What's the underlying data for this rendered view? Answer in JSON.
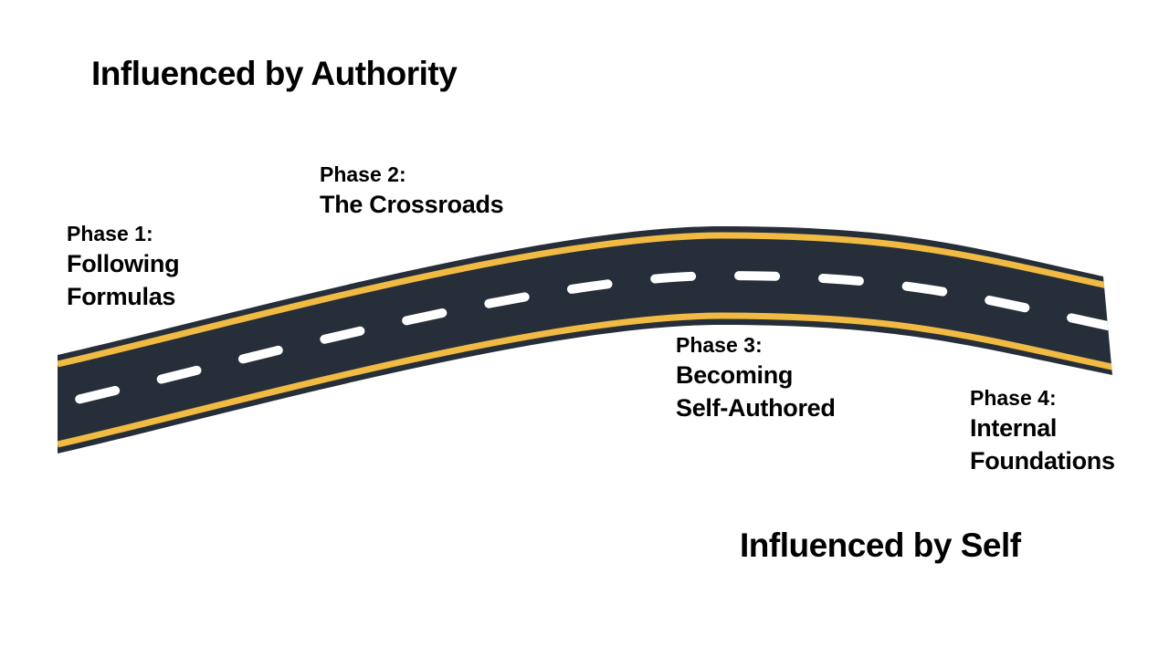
{
  "titles": {
    "top_left": "Influenced by Authority",
    "bottom_right": "Influenced by Self"
  },
  "phases": [
    {
      "label": "Phase 1:",
      "name_line1": "Following",
      "name_line2": "Formulas"
    },
    {
      "label": "Phase 2:",
      "name_line1": "The Crossroads",
      "name_line2": ""
    },
    {
      "label": "Phase 3:",
      "name_line1": "Becoming",
      "name_line2": "Self-Authored"
    },
    {
      "label": "Phase 4:",
      "name_line1": "Internal",
      "name_line2": "Foundations"
    }
  ],
  "road": {
    "asphalt_color": "#262E3A",
    "edge_line_color": "#F1BA43",
    "center_dash_color": "#FFFFFF"
  }
}
